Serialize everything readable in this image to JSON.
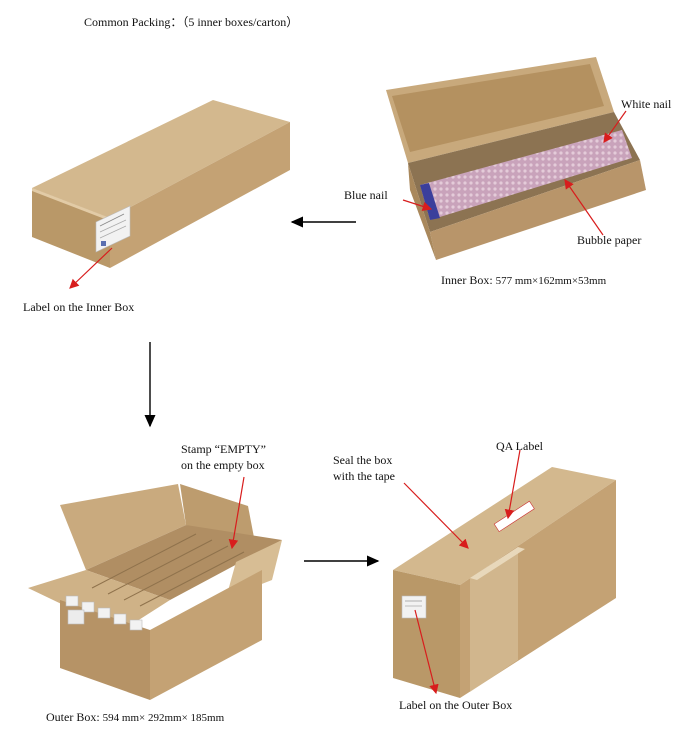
{
  "header": {
    "title": "Common Packing：（5 inner boxes/carton）"
  },
  "inner_box": {
    "caption_prefix": "Inner Box: ",
    "caption_dims": "577 mm×162mm×53mm",
    "callouts": {
      "white_nail": "White nail",
      "blue_nail": "Blue nail",
      "bubble_paper": "Bubble paper"
    }
  },
  "closed_inner_box": {
    "label_caption": "Label on the Inner Box"
  },
  "open_outer_box": {
    "stamp_line1": "Stamp   “EMPTY”",
    "stamp_line2": "on the empty box",
    "caption_prefix": "Outer Box: ",
    "caption_dims": "594 mm×  292mm×  185mm"
  },
  "sealed_outer_box": {
    "seal_line1": "Seal  the  box",
    "seal_line2": "with the tape",
    "qa_label": "QA Label",
    "label_caption": "Label on the Outer Box"
  },
  "colors": {
    "cardboard": "#c6a678",
    "cardboard_dark": "#a9885c",
    "cardboard_light": "#d7bd94",
    "callout_red": "#d81d1d",
    "bubble": "#c7a1b8",
    "nail_blue": "#3b3f9c"
  }
}
